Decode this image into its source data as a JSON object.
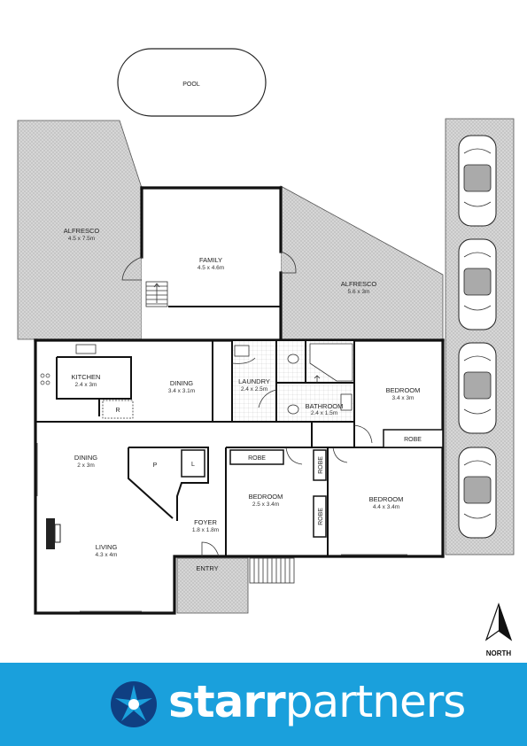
{
  "rooms": {
    "pool": {
      "name": "POOL"
    },
    "alfresco_left": {
      "name": "ALFRESCO",
      "size": "4.5 x 7.5m"
    },
    "family": {
      "name": "FAMILY",
      "size": "4.5 x 4.6m"
    },
    "alfresco_right": {
      "name": "ALFRESCO",
      "size": "5.6 x 3m"
    },
    "kitchen": {
      "name": "KITCHEN",
      "size": "2.4 x 3m"
    },
    "dining_top": {
      "name": "DINING",
      "size": "3.4 x 3.1m"
    },
    "laundry": {
      "name": "LAUNDRY",
      "size": "2.4 x 2.5m"
    },
    "bathroom": {
      "name": "BATHROOM",
      "size": "2.4 x 1.5m"
    },
    "bedroom_ne": {
      "name": "BEDROOM",
      "size": "3.4 x 3m"
    },
    "dining_left": {
      "name": "DINING",
      "size": "2 x 3m"
    },
    "living": {
      "name": "LIVING",
      "size": "4.3 x 4m"
    },
    "foyer": {
      "name": "FOYER",
      "size": "1.8 x 1.8m"
    },
    "entry": {
      "name": "ENTRY"
    },
    "bedroom_mid": {
      "name": "BEDROOM",
      "size": "2.5 x 3.4m"
    },
    "bedroom_se": {
      "name": "BEDROOM",
      "size": "4.4 x 3.4m"
    }
  },
  "fixtures": {
    "robe_1": "ROBE",
    "robe_2": "ROBE",
    "robe_3": "ROBE",
    "robe_4": "ROBE",
    "pantry": "P",
    "linen": "L",
    "fridge": "R"
  },
  "compass": {
    "label": "NORTH"
  },
  "brand": {
    "part1": "starr",
    "part2": "partners"
  },
  "colors": {
    "accent": "#1aa0dc",
    "hatch": "#c8c8c8",
    "wall": "#111111"
  }
}
